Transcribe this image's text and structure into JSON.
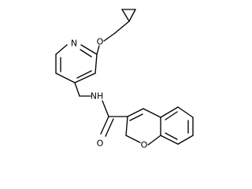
{
  "atoms": {
    "ring_nitrogen": "N",
    "ether_oxygen": "O",
    "amide_nitrogen": "NH",
    "carbonyl_oxygen": "O",
    "chromene_oxygen": "O"
  }
}
